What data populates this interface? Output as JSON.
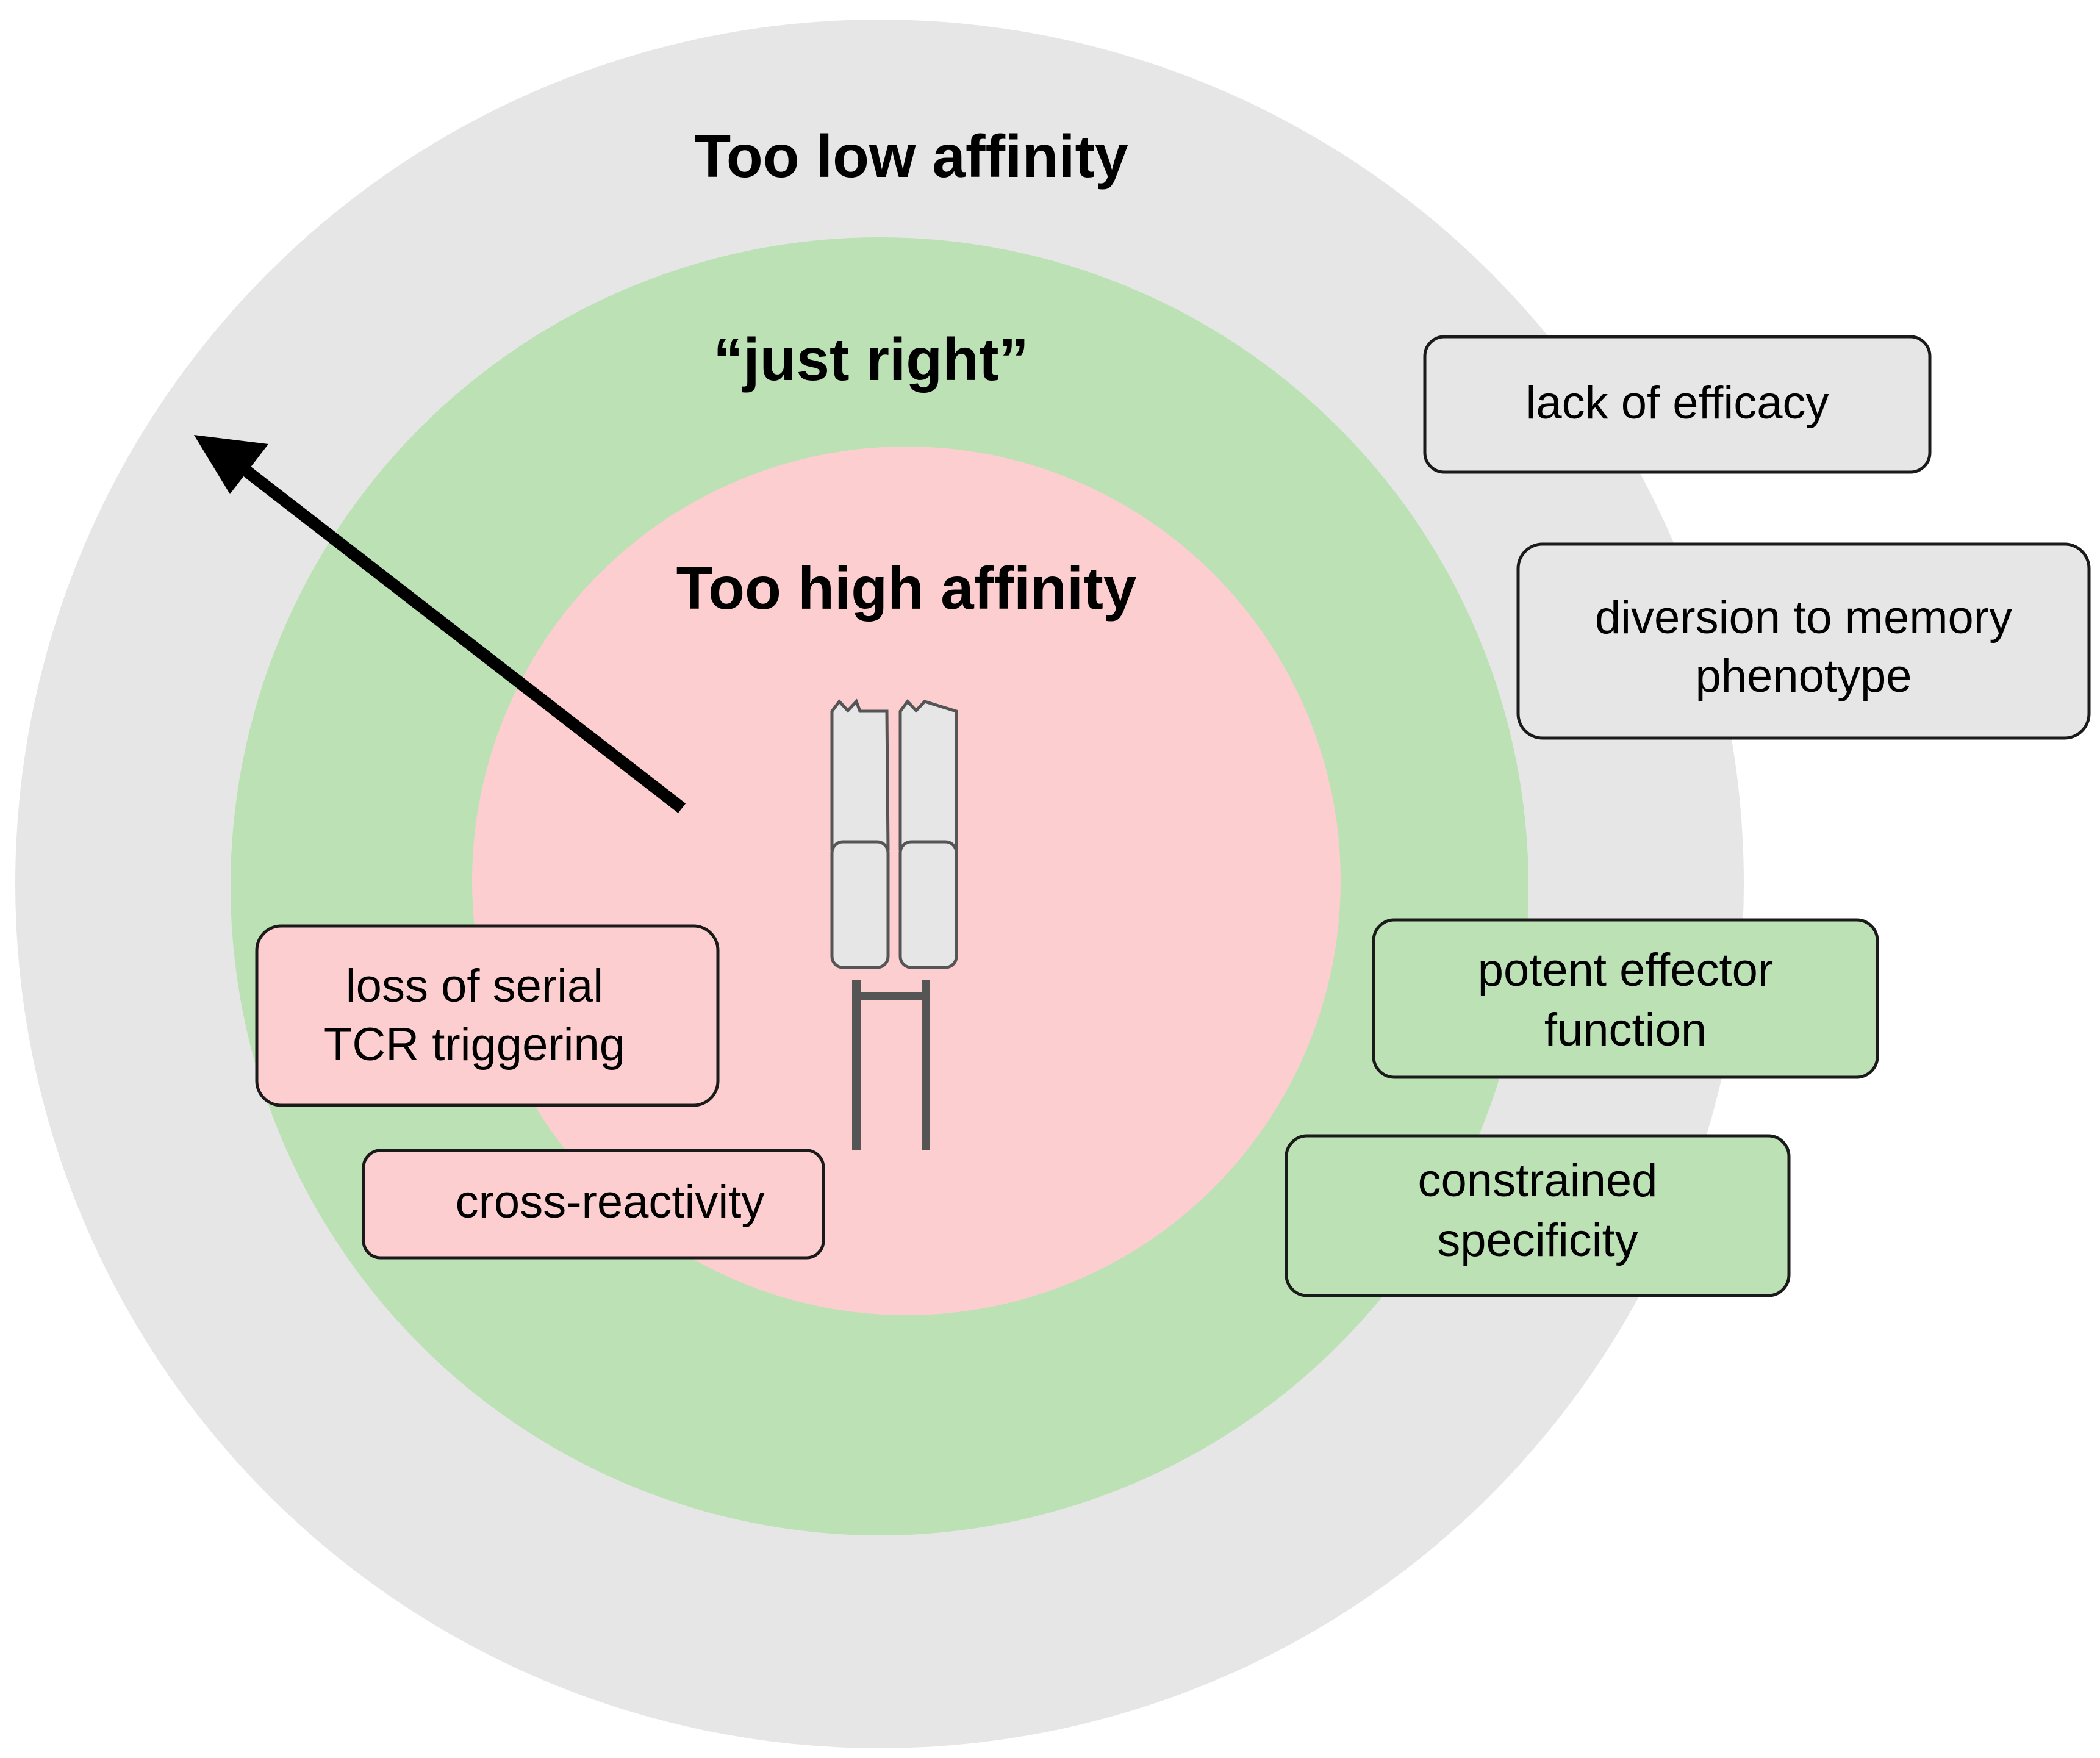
{
  "colors": {
    "outer_zone": "#e6e6e6",
    "middle_zone": "#bbe1b5",
    "inner_zone": "#fdcecf",
    "grey_box": "#e6e6e6",
    "green_box": "#bbe1b5",
    "red_box": "#fdcecf",
    "receptor_fill": "#e6e6e6",
    "receptor_stroke": "#555555",
    "arrow": "#000000"
  },
  "zones": {
    "outer": {
      "label": "Too low affinity"
    },
    "middle": {
      "label": "“just right”"
    },
    "inner": {
      "label": "Too high affinity"
    }
  },
  "boxes": {
    "lack_of_efficacy": {
      "lines": [
        "lack of efficacy"
      ]
    },
    "diversion_to_memory": {
      "lines": [
        "diversion to memory",
        "phenotype"
      ]
    },
    "potent_effector": {
      "lines": [
        "potent effector",
        "function"
      ]
    },
    "constrained_specificity": {
      "lines": [
        "constrained",
        "specificity"
      ]
    },
    "loss_of_serial": {
      "lines": [
        "loss of serial",
        "TCR triggering"
      ]
    },
    "cross_reactivity": {
      "lines": [
        "cross-reactivity"
      ]
    }
  },
  "icons": {
    "receptor": "tcr-receptor-icon",
    "arrow": "diagonal-arrow-icon"
  }
}
